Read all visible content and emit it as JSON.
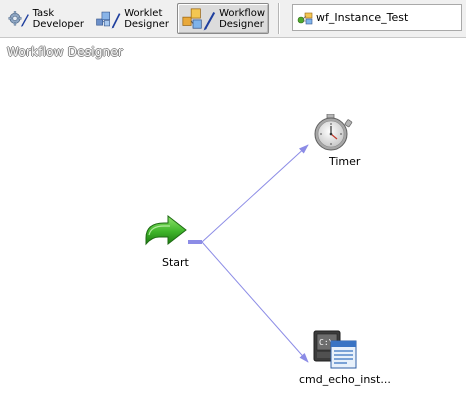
{
  "toolbar": {
    "task_developer": {
      "line1": "Task",
      "line2": "Developer",
      "icon": "task-developer-icon"
    },
    "worklet_designer": {
      "line1": "Worklet",
      "line2": "Designer",
      "icon": "worklet-designer-icon"
    },
    "workflow_designer": {
      "line1": "Workflow",
      "line2": "Designer",
      "icon": "workflow-designer-icon",
      "active": true
    }
  },
  "workflow": {
    "name": "wf_Instance_Test",
    "icon": "workflow-icon"
  },
  "workspace": {
    "title": "Workflow Designer"
  },
  "nodes": {
    "start": {
      "label": "Start",
      "icon": "start-arrow-icon"
    },
    "timer": {
      "label": "Timer",
      "icon": "stopwatch-icon"
    },
    "command": {
      "label": "cmd_echo_inst...",
      "icon": "command-task-icon"
    }
  },
  "colors": {
    "link": "#8c8ce6",
    "start_green": "#3fb52a",
    "toolbar_bg": "#f0f0f0"
  }
}
